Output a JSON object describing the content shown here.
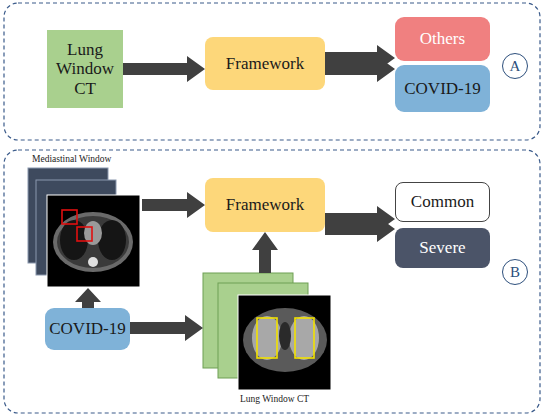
{
  "diagram": {
    "nodes": [
      {
        "text": [
          "Lung Window CT"
        ]
      },
      {
        "text": [
          "Framework"
        ]
      },
      {
        "text": [
          "Others"
        ]
      },
      {
        "text": [
          "COVID-19"
        ]
      },
      {
        "text": [
          "A"
        ]
      },
      {
        "text": [
          "Mediastinal Window"
        ]
      },
      {
        "text": [
          "Framework"
        ]
      },
      {
        "text": [
          "Common"
        ]
      },
      {
        "text": [
          "Severe"
        ]
      },
      {
        "text": [
          "B"
        ]
      },
      {
        "text": [
          "COVID-19"
        ]
      },
      {
        "text": [
          "Lung Window CT"
        ]
      }
    ],
    "edges": [
      {
        "from": 0,
        "to": 1,
        "arrow": "to"
      },
      {
        "from": 1,
        "to": 2,
        "arrow": "to"
      },
      {
        "from": 1,
        "to": 3,
        "arrow": "to"
      },
      {
        "from": 5,
        "to": 6,
        "arrow": "to"
      },
      {
        "from": 6,
        "to": 7,
        "arrow": "to"
      },
      {
        "from": 6,
        "to": 8,
        "arrow": "to"
      },
      {
        "from": 10,
        "to": 5,
        "arrow": "to"
      },
      {
        "from": 10,
        "to": 11,
        "arrow": "to"
      },
      {
        "from": 11,
        "to": 6,
        "arrow": "to"
      }
    ]
  }
}
